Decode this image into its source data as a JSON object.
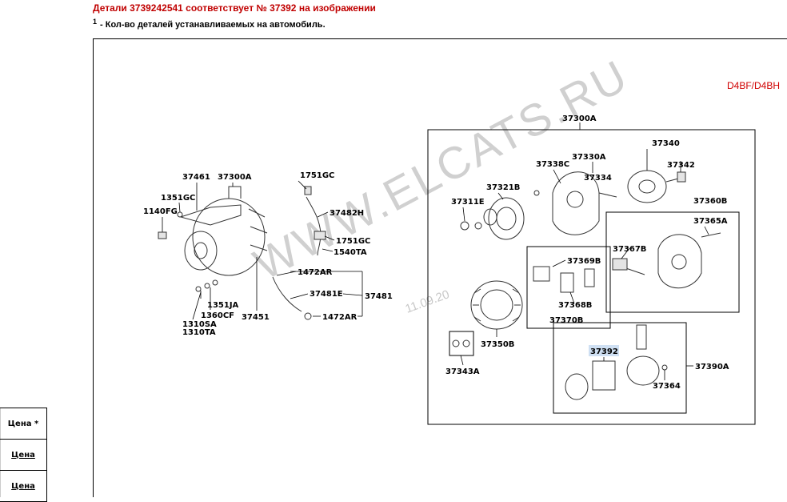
{
  "header": {
    "title": "Детали 3739242541 соответствует № 37392 на изображении",
    "note_marker": "1",
    "note_text": "- Кол-во деталей устанавливаемых на автомобиль."
  },
  "diagram": {
    "variant_label": "D4BF/D4BH",
    "watermark": "WWW.ELCATS.RU",
    "date_stamp": "11.09.20",
    "highlighted_part": "37392",
    "part_labels": [
      "37300A",
      "37340",
      "37342",
      "37338C",
      "37330A",
      "37334",
      "37321B",
      "37311E",
      "37360B",
      "37365A",
      "37367B",
      "37369B",
      "37368B",
      "37370B",
      "37350B",
      "37343A",
      "37392",
      "37390A",
      "37364",
      "37461",
      "37300A",
      "1351GC",
      "1140FG",
      "1351JA",
      "1360CF",
      "1310SA",
      "1310TA",
      "37451",
      "1751GC",
      "37482H",
      "1751GC",
      "1540TA",
      "1472AR",
      "37481E",
      "37481",
      "1472AR"
    ],
    "colors": {
      "variant": "#d00000",
      "highlight_bg": "#cfe0f3",
      "watermark": "#c8c8c8"
    }
  },
  "price_table": {
    "header": "Цена *",
    "rows": [
      "Цена",
      "Цена"
    ]
  }
}
